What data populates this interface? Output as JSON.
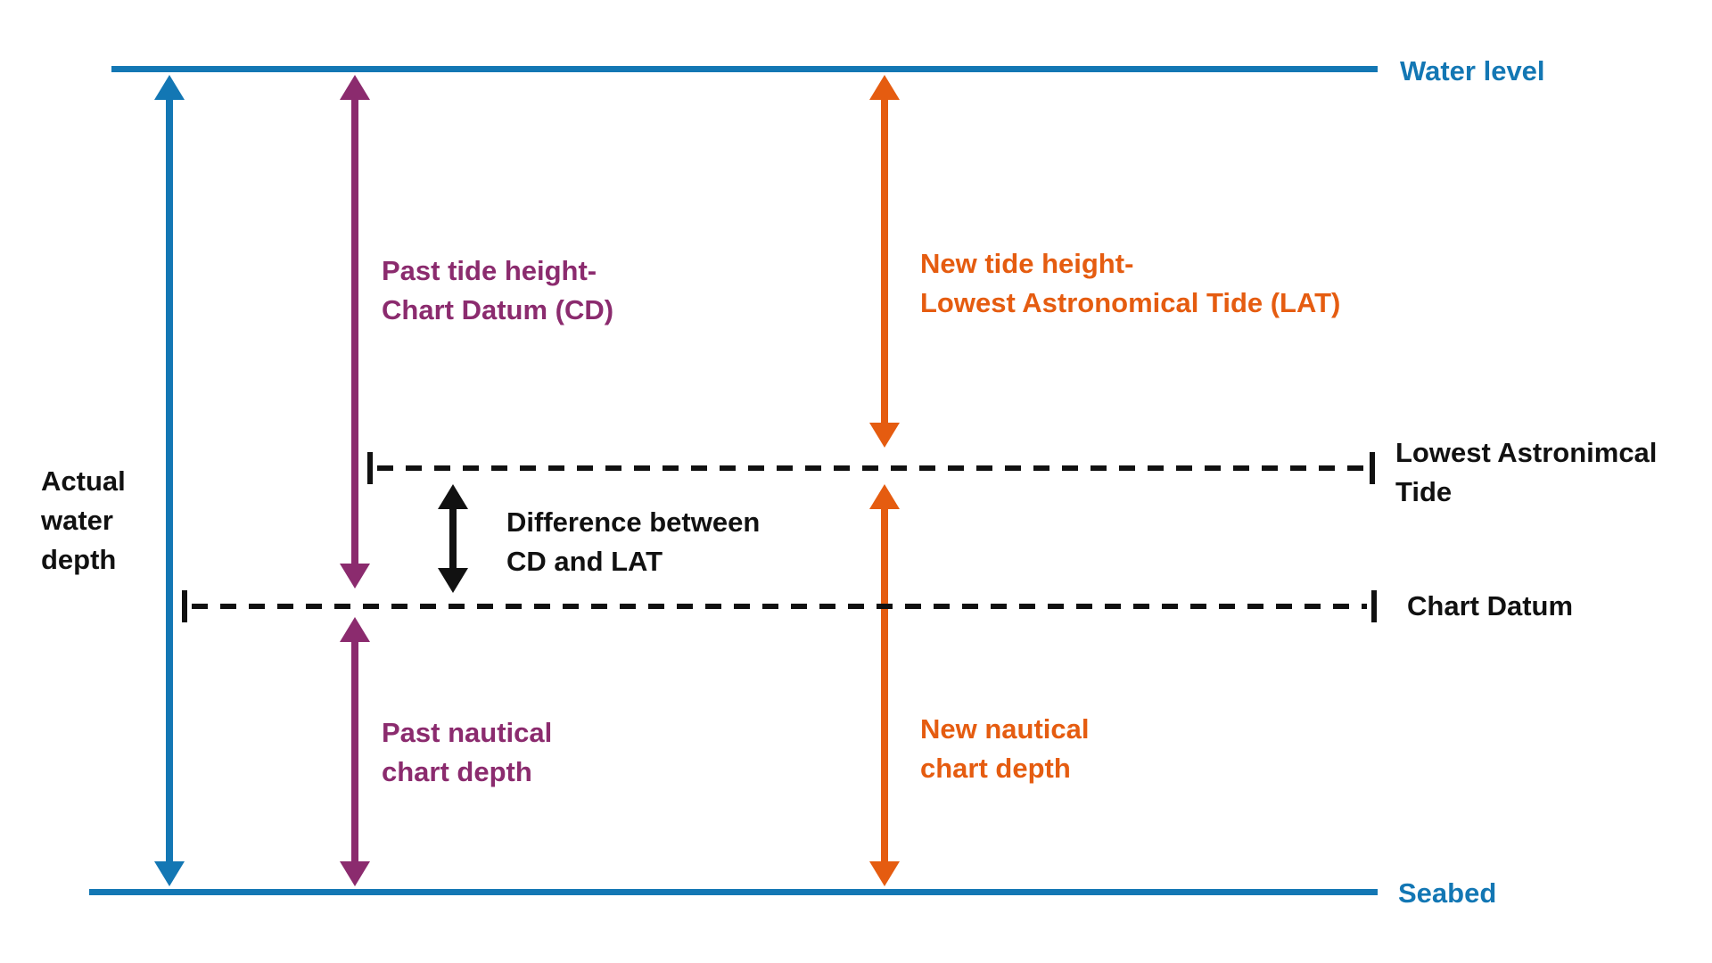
{
  "colors": {
    "blue": "#1377b4",
    "purple": "#8b2b6e",
    "orange": "#e55c10",
    "text": "#111111"
  },
  "diagram": {
    "water_level_label": "Water level",
    "seabed_label": "Seabed",
    "actual_water_depth_lines": [
      "Actual",
      "water",
      "depth"
    ],
    "past_tide_height_lines": [
      "Past tide height-",
      "Chart Datum (CD)"
    ],
    "new_tide_height_lines": [
      "New tide height-",
      "Lowest Astronomical Tide (LAT)"
    ],
    "difference_lines": [
      "Difference between",
      "CD and LAT"
    ],
    "past_nautical_lines": [
      "Past nautical",
      "chart depth"
    ],
    "new_nautical_lines": [
      "New nautical",
      "chart depth"
    ],
    "lat_label_lines": [
      "Lowest Astronimcal",
      "Tide"
    ],
    "chart_datum_label": "Chart Datum"
  }
}
